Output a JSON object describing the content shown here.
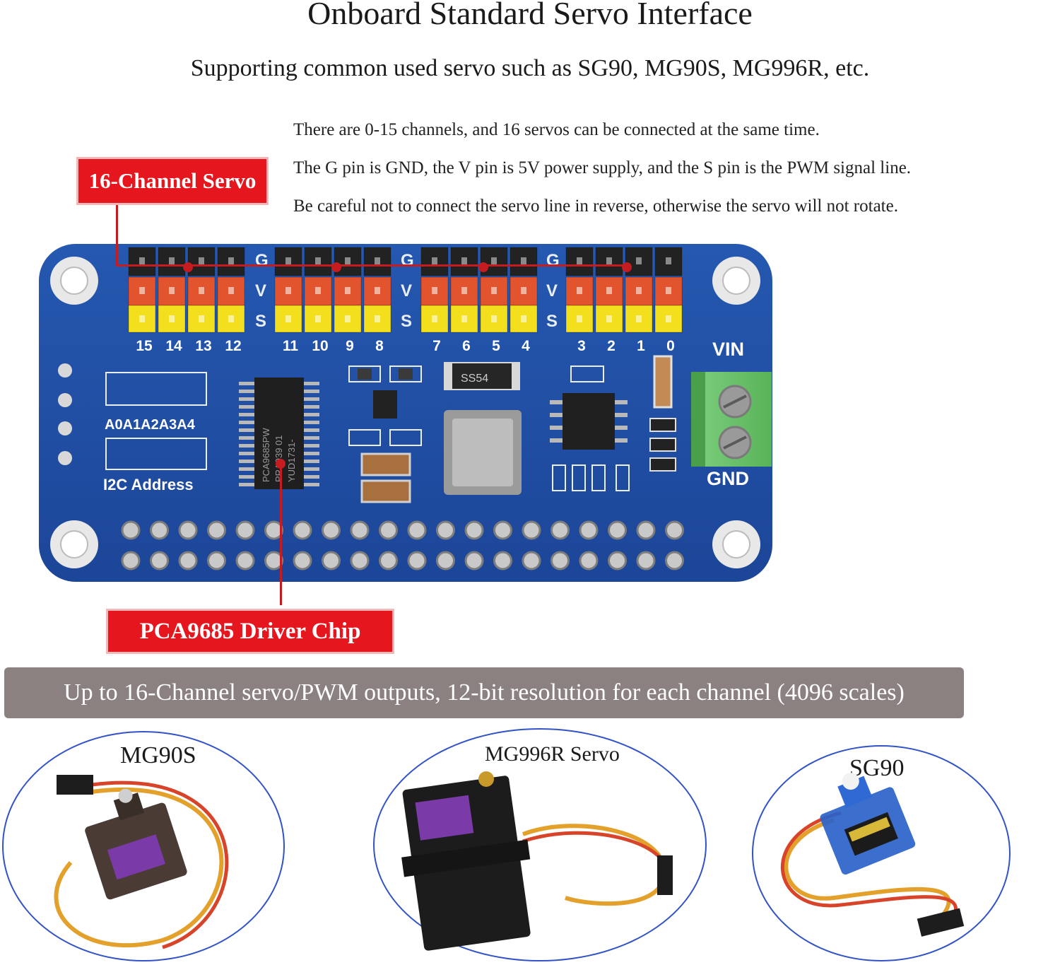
{
  "header": {
    "title": "Onboard Standard Servo Interface",
    "subtitle": "Supporting common used servo such as SG90, MG90S, MG996R, etc."
  },
  "description": [
    "There are 0-15 channels, and 16 servos can be connected at the same time.",
    "The G pin is GND, the V pin is 5V power supply, and the S pin is the PWM signal line.",
    "Be careful not to connect the servo line in reverse, otherwise the servo will not rotate."
  ],
  "labels": {
    "servo_header": "16-Channel Servo",
    "driver_chip": "PCA9685 Driver Chip"
  },
  "board": {
    "row_letters": [
      "G",
      "V",
      "S"
    ],
    "channel_numbers": [
      "15",
      "14",
      "13",
      "12",
      "11",
      "10",
      "9",
      "8",
      "7",
      "6",
      "5",
      "4",
      "3",
      "2",
      "1",
      "0"
    ],
    "address_pins": "A0A1A2A3A4",
    "i2c_label": "I2C Address",
    "chip_text": [
      "PCA9685PW",
      "PRA939 01",
      "YUD1731-"
    ],
    "diode_text": "SS54",
    "vin_label": "VIN",
    "gnd_label": "GND",
    "colors": {
      "pcb": "#1f4fa3",
      "ground_row": "#222222",
      "power_row": "#e2542e",
      "signal_row": "#f4df1e"
    }
  },
  "banner": {
    "text": "Up to 16-Channel servo/PWM outputs, 12-bit resolution for each channel (4096 scales)"
  },
  "servos": [
    {
      "name": "MG90S",
      "color": "#4a3c35"
    },
    {
      "name": "MG996R Servo",
      "color": "#1c1c1c"
    },
    {
      "name": "SG90",
      "color": "#2a62c9"
    }
  ]
}
